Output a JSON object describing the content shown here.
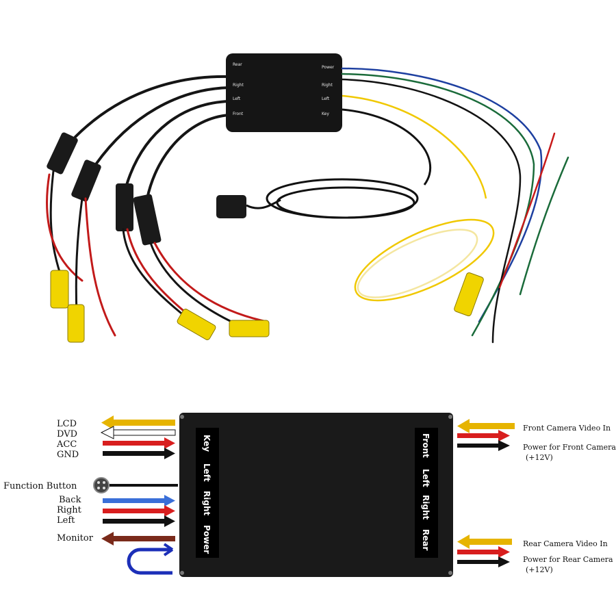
{
  "photo": {
    "module_ports_top": [
      "Rear",
      "Right",
      "Left",
      "Front"
    ],
    "module_ports_bottom": [
      "Power",
      "Right",
      "Left",
      "Key"
    ]
  },
  "diagram": {
    "left_labels": {
      "lcd": "LCD",
      "dvd": "DVD",
      "acc": "ACC",
      "gnd": "GND",
      "function_button": "Function Button",
      "back": "Back",
      "right": "Right",
      "left": "Left",
      "monitor": "Monitor"
    },
    "right_labels": {
      "front_video": "Front Camera Video In",
      "front_power": "Power for Front Camera",
      "front_voltage": "(+12V)",
      "rear_video": "Rear Camera Video In",
      "rear_power": "Power for Rear Camera",
      "rear_voltage": "(+12V)"
    },
    "box_left_panel": [
      "Key",
      "Left",
      "Right",
      "Power"
    ],
    "box_right_panel": [
      "Front",
      "Left",
      "Right",
      "Rear"
    ],
    "colors": {
      "yellow": "#e6b400",
      "white": "#ffffff",
      "red": "#d81e1e",
      "black": "#111111",
      "blue": "#3a6fd8",
      "brown": "#7a2a1a",
      "loop": "#1c2fb8"
    }
  }
}
